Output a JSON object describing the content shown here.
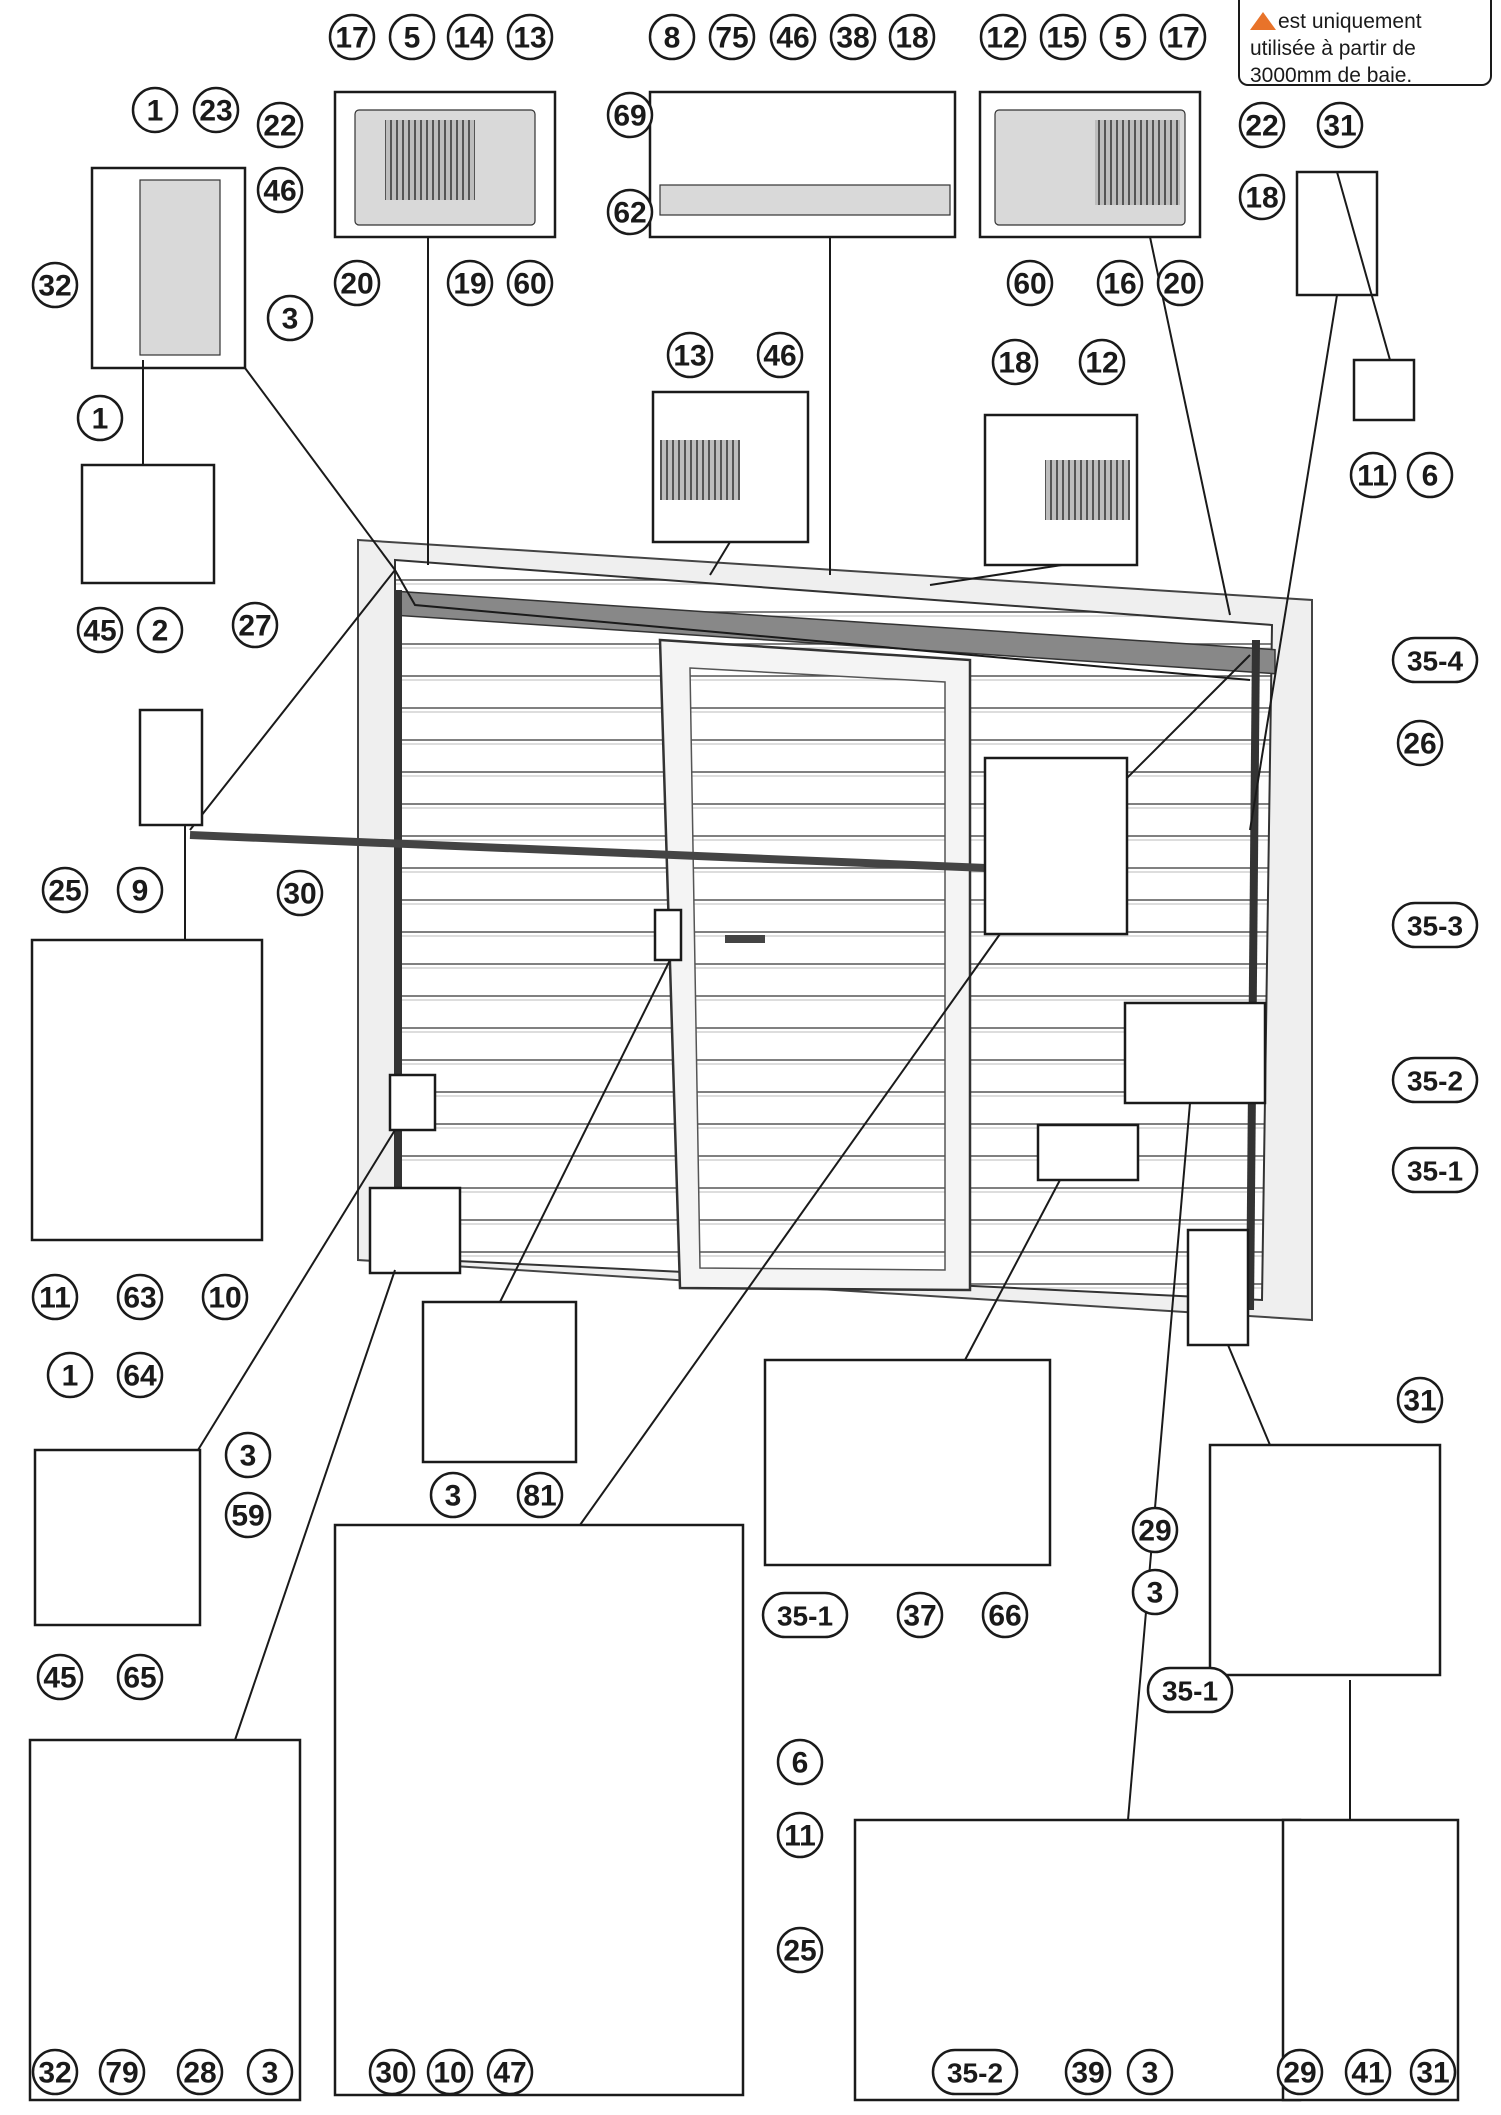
{
  "warning": {
    "line1": "est uniquement",
    "line2": "utilisée à partir de",
    "line3": "3000mm de baie."
  },
  "labels": [
    {
      "id": "l17a",
      "text": "17"
    },
    {
      "id": "l5a",
      "text": "5"
    },
    {
      "id": "l14",
      "text": "14"
    },
    {
      "id": "l13a",
      "text": "13"
    },
    {
      "id": "l8",
      "text": "8"
    },
    {
      "id": "l75",
      "text": "75"
    },
    {
      "id": "l46a",
      "text": "46"
    },
    {
      "id": "l38",
      "text": "38"
    },
    {
      "id": "l18a",
      "text": "18"
    },
    {
      "id": "l12a",
      "text": "12"
    },
    {
      "id": "l15",
      "text": "15"
    },
    {
      "id": "l5b",
      "text": "5"
    },
    {
      "id": "l17b",
      "text": "17"
    },
    {
      "id": "l1a",
      "text": "1"
    },
    {
      "id": "l23",
      "text": "23"
    },
    {
      "id": "l22a",
      "text": "22"
    },
    {
      "id": "l46b",
      "text": "46"
    },
    {
      "id": "l69",
      "text": "69"
    },
    {
      "id": "l62",
      "text": "62"
    },
    {
      "id": "l22b",
      "text": "22"
    },
    {
      "id": "l18b",
      "text": "18"
    },
    {
      "id": "l31a",
      "text": "31"
    },
    {
      "id": "l32a",
      "text": "32"
    },
    {
      "id": "l3a",
      "text": "3"
    },
    {
      "id": "l20a",
      "text": "20"
    },
    {
      "id": "l19",
      "text": "19"
    },
    {
      "id": "l60a",
      "text": "60"
    },
    {
      "id": "l60b",
      "text": "60"
    },
    {
      "id": "l16",
      "text": "16"
    },
    {
      "id": "l20b",
      "text": "20"
    },
    {
      "id": "l13b",
      "text": "13"
    },
    {
      "id": "l46c",
      "text": "46"
    },
    {
      "id": "l18c",
      "text": "18"
    },
    {
      "id": "l12b",
      "text": "12"
    },
    {
      "id": "l1b",
      "text": "1"
    },
    {
      "id": "l11a",
      "text": "11"
    },
    {
      "id": "l6a",
      "text": "6"
    },
    {
      "id": "l45a",
      "text": "45"
    },
    {
      "id": "l2",
      "text": "2"
    },
    {
      "id": "l27",
      "text": "27"
    },
    {
      "id": "l354",
      "text": "35-4"
    },
    {
      "id": "l26",
      "text": "26"
    },
    {
      "id": "l30a",
      "text": "30"
    },
    {
      "id": "l25a",
      "text": "25"
    },
    {
      "id": "l9",
      "text": "9"
    },
    {
      "id": "l353",
      "text": "35-3"
    },
    {
      "id": "l352a",
      "text": "35-2"
    },
    {
      "id": "l351a",
      "text": "35-1"
    },
    {
      "id": "l11b",
      "text": "11"
    },
    {
      "id": "l63",
      "text": "63"
    },
    {
      "id": "l10a",
      "text": "10"
    },
    {
      "id": "l1c",
      "text": "1"
    },
    {
      "id": "l64",
      "text": "64"
    },
    {
      "id": "l3b",
      "text": "3"
    },
    {
      "id": "l59",
      "text": "59"
    },
    {
      "id": "l3c",
      "text": "3"
    },
    {
      "id": "l81",
      "text": "81"
    },
    {
      "id": "l31b",
      "text": "31"
    },
    {
      "id": "l45b",
      "text": "45"
    },
    {
      "id": "l65",
      "text": "65"
    },
    {
      "id": "l29a",
      "text": "29"
    },
    {
      "id": "l3d",
      "text": "3"
    },
    {
      "id": "l351b",
      "text": "35-1"
    },
    {
      "id": "l37",
      "text": "37"
    },
    {
      "id": "l66",
      "text": "66"
    },
    {
      "id": "l351c",
      "text": "35-1"
    },
    {
      "id": "l6b",
      "text": "6"
    },
    {
      "id": "l11c",
      "text": "11"
    },
    {
      "id": "l25b",
      "text": "25"
    },
    {
      "id": "l32b",
      "text": "32"
    },
    {
      "id": "l79",
      "text": "79"
    },
    {
      "id": "l28",
      "text": "28"
    },
    {
      "id": "l3e",
      "text": "3"
    },
    {
      "id": "l30b",
      "text": "30"
    },
    {
      "id": "l10b",
      "text": "10"
    },
    {
      "id": "l47",
      "text": "47"
    },
    {
      "id": "l352b",
      "text": "35-2"
    },
    {
      "id": "l39",
      "text": "39"
    },
    {
      "id": "l3f",
      "text": "3"
    },
    {
      "id": "l29b",
      "text": "29"
    },
    {
      "id": "l41",
      "text": "41"
    },
    {
      "id": "l31c",
      "text": "31"
    }
  ]
}
